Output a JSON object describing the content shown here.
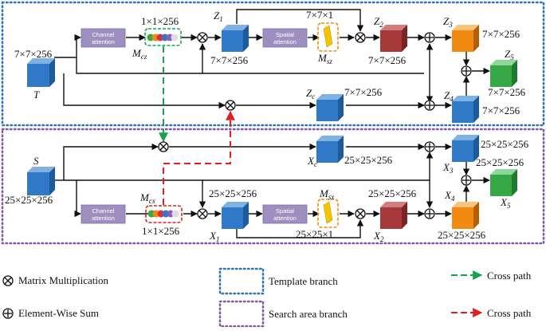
{
  "colors": {
    "template_border": "#2e74b5",
    "search_border": "#7e57a8",
    "cross_green": "#17a34a",
    "cross_red": "#e02020",
    "attention_box": "#9e8fc0",
    "blue_cube": "#2f79c6",
    "maroon_cube": "#a63a3a",
    "orange_cube": "#f08a10",
    "green_cube": "#35a845",
    "yellow_bar": "#f5c400"
  },
  "template": {
    "input_label": "T",
    "input_dim": "7×7×256",
    "attention_channel": [
      "Channel",
      "attention"
    ],
    "attention_spatial": [
      "Spatial",
      "attention"
    ],
    "mcz_dim": "1×1×256",
    "mcz_label": "M",
    "mcz_sub": "cz",
    "z1_label": "Z",
    "z1_sub": "1",
    "z1_dim": "7×7×256",
    "msz_dim": "7×7×1",
    "msz_label": "M",
    "msz_sub": "sz",
    "z2_label": "Z",
    "z2_sub": "2",
    "z2_dim": "7×7×256",
    "z3_label": "Z",
    "z3_sub": "3",
    "z3_dim": "7×7×256",
    "z4_label": "Z",
    "z4_sub": "4",
    "z4_dim": "7×7×256",
    "z5_label": "Z",
    "z5_sub": "5",
    "z5_dim": "7×7×256",
    "zc_label": "Z",
    "zc_sub": "c",
    "zc_dim": "7×7×256"
  },
  "search": {
    "input_label": "S",
    "input_dim": "25×25×256",
    "attention_channel": [
      "Channel",
      "attention"
    ],
    "attention_spatial": [
      "Spatial",
      "attention"
    ],
    "mcx_dim": "1×1×256",
    "mcx_label": "M",
    "mcx_sub": "cx",
    "x1_label": "X",
    "x1_sub": "1",
    "x1_dim": "25×25×256",
    "msx_dim": "25×25×1",
    "msx_label": "M",
    "msx_sub": "sx",
    "x2_label": "X",
    "x2_sub": "2",
    "x2_dim": "25×25×256",
    "x3_label": "X",
    "x3_sub": "3",
    "x3_dim": "25×25×256",
    "x4_label": "X",
    "x4_sub": "4",
    "x4_dim": "25×25×256",
    "x5_label": "X",
    "x5_sub": "5",
    "x5_dim": "25×25×256",
    "xc_label": "X",
    "xc_sub": "c",
    "xc_dim": "25×25×256"
  },
  "legend": {
    "matrix_mult": "Matrix Multiplication",
    "elem_sum": "Element-Wise Sum",
    "template_branch": "Template branch",
    "search_branch": "Search area branch",
    "cross_path_green": "Cross path",
    "cross_path_red": "Cross path"
  }
}
